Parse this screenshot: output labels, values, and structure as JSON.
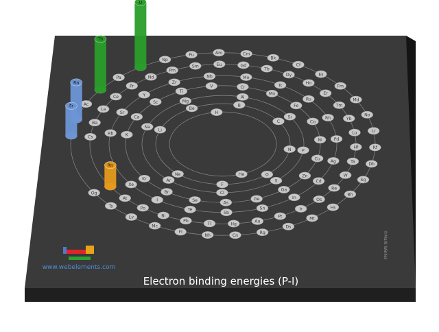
{
  "chart_data": {
    "type": "3d-spiral-bar",
    "title": "Electron binding energies (P-I)",
    "subtitle_watermark": "©Mark Winter",
    "website": "www.webelements.com",
    "legend_block_colors": [
      "#4f79c9",
      "#e0242a",
      "#e8a317",
      "#2ea12e"
    ],
    "colors": {
      "base_top": "#3a3a3a",
      "base_front": "#1f1f1f",
      "base_side": "#141414",
      "disc": "#c8c8c8",
      "disc_text": "#3a3a3a",
      "ring": "#bdbdbd",
      "title": "#ffffff",
      "website": "#4f8fd8",
      "bar_green": "#2a9d2a",
      "bar_blue": "#6d95d6",
      "bar_orange": "#e59a1a"
    },
    "elements": [
      "H",
      "He",
      "Li",
      "Be",
      "B",
      "C",
      "N",
      "O",
      "F",
      "Ne",
      "Na",
      "Mg",
      "Al",
      "Si",
      "P",
      "S",
      "Cl",
      "Ar",
      "K",
      "Ca",
      "Sc",
      "Ti",
      "V",
      "Cr",
      "Mn",
      "Fe",
      "Co",
      "Ni",
      "Cu",
      "Zn",
      "Ga",
      "Ge",
      "As",
      "Se",
      "Br",
      "Kr",
      "Rb",
      "Sr",
      "Y",
      "Zr",
      "Nb",
      "Mo",
      "Tc",
      "Ru",
      "Rh",
      "Pd",
      "Ag",
      "Cd",
      "In",
      "Sn",
      "Sb",
      "Te",
      "I",
      "Xe",
      "Cs",
      "Ba",
      "La",
      "Ce",
      "Pr",
      "Nd",
      "Pm",
      "Sm",
      "Eu",
      "Gd",
      "Tb",
      "Dy",
      "Ho",
      "Er",
      "Tm",
      "Yb",
      "Lu",
      "Hf",
      "Ta",
      "W",
      "Re",
      "Os",
      "Ir",
      "Pt",
      "Au",
      "Hg",
      "Tl",
      "Pb",
      "Bi",
      "Po",
      "At",
      "Rn",
      "Fr",
      "Ra",
      "Ac",
      "Th",
      "Pa",
      "U",
      "Np",
      "Pu",
      "Am",
      "Cm",
      "Bk",
      "Cf",
      "Es",
      "Fm",
      "Md",
      "No",
      "Lr",
      "Rf",
      "Db",
      "Sg",
      "Bh",
      "Hs",
      "Mt",
      "Ds",
      "Rg",
      "Cn",
      "Nh",
      "Fl",
      "Mc",
      "Lv",
      "Ts",
      "Og"
    ],
    "bars": [
      {
        "element": "U",
        "relative_height": 1.0,
        "color": "green"
      },
      {
        "element": "Th",
        "relative_height": 0.78,
        "color": "green"
      },
      {
        "element": "Ra",
        "relative_height": 0.57,
        "color": "blue"
      },
      {
        "element": "Fr",
        "relative_height": 0.46,
        "color": "blue"
      },
      {
        "element": "Rn",
        "relative_height": 0.33,
        "color": "orange"
      }
    ]
  }
}
